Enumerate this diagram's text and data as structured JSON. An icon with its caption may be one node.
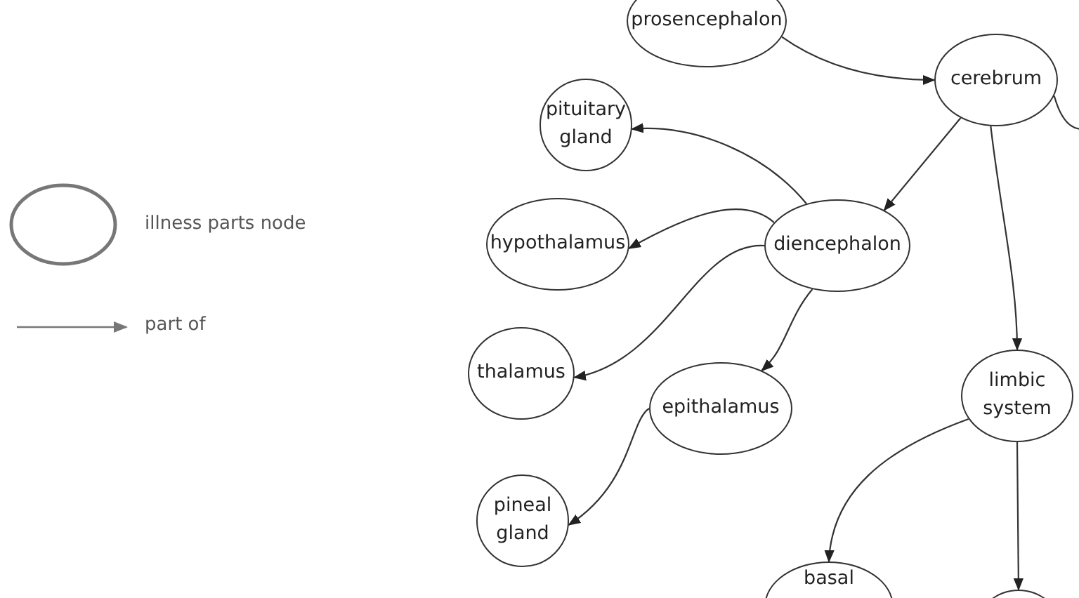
{
  "diagram": {
    "nodes": [
      {
        "text": [
          "prosencephalon"
        ]
      },
      {
        "text": [
          "cerebrum"
        ]
      },
      {
        "text": [
          "pituitary gland"
        ]
      },
      {
        "text": [
          "diencephalon"
        ]
      },
      {
        "text": [
          "hypothalamus"
        ]
      },
      {
        "text": [
          "thalamus"
        ]
      },
      {
        "text": [
          "epithalamus"
        ]
      },
      {
        "text": [
          "limbic system"
        ]
      },
      {
        "text": [
          "pineal gland"
        ]
      },
      {
        "text": [
          "basal"
        ]
      },
      {
        "text": [],
        "shape": "circle"
      }
    ],
    "edges": [
      {
        "from": 0,
        "to": 1,
        "arrow": "to"
      },
      {
        "from": 1,
        "to": 3,
        "arrow": "to"
      },
      {
        "from": 1,
        "to": 7,
        "arrow": "to"
      },
      {
        "from": 1,
        "to": null,
        "arrow": "none"
      },
      {
        "from": 3,
        "to": 2,
        "arrow": "to"
      },
      {
        "from": 3,
        "to": 4,
        "arrow": "to"
      },
      {
        "from": 3,
        "to": 5,
        "arrow": "to"
      },
      {
        "from": 3,
        "to": 6,
        "arrow": "to"
      },
      {
        "from": 6,
        "to": 8,
        "arrow": "to"
      },
      {
        "from": 7,
        "to": 9,
        "arrow": "to"
      },
      {
        "from": 7,
        "to": 10,
        "arrow": "to"
      }
    ],
    "legend": [
      {
        "text": "illness parts node"
      },
      {
        "text": "part of"
      }
    ]
  }
}
